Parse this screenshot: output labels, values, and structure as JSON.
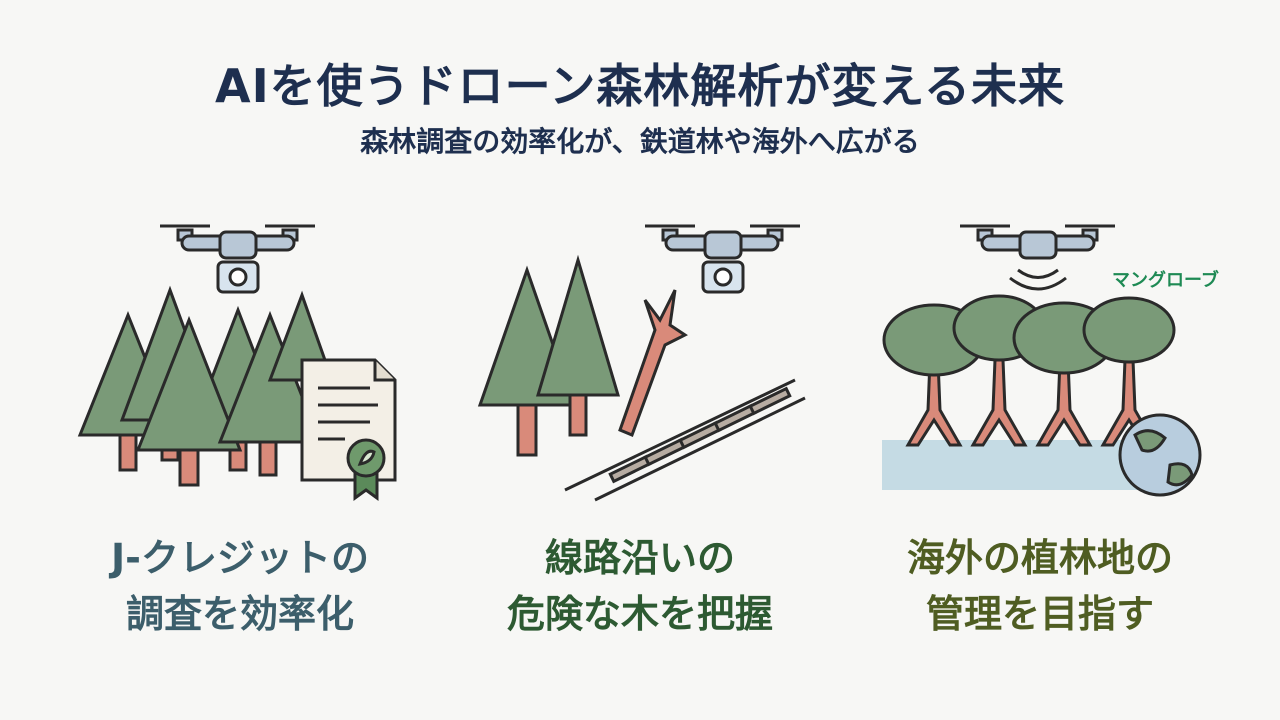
{
  "header": {
    "title": "AIを使うドローン森林解析が変える未来",
    "subtitle": "森林調査の効率化が、鉄道林や海外へ広がる"
  },
  "panels": [
    {
      "caption_line1": "J-クレジットの",
      "caption_line2": "調査を効率化",
      "icon": "forest-drone-certificate-icon",
      "color": "#3c5e6b"
    },
    {
      "caption_line1": "線路沿いの",
      "caption_line2": "危険な木を把握",
      "icon": "railway-fallen-tree-icon",
      "color": "#2d5a32"
    },
    {
      "caption_line1": "海外の植林地の",
      "caption_line2": "管理を目指す",
      "icon": "mangrove-globe-icon",
      "color": "#4f5d22",
      "callout": "マングローブ"
    }
  ],
  "colors": {
    "tree_green": "#7a9a78",
    "trunk": "#d98a7a",
    "outline": "#2a2a2a",
    "water": "#c5dbe4",
    "drone_body": "#b8c7d6"
  }
}
